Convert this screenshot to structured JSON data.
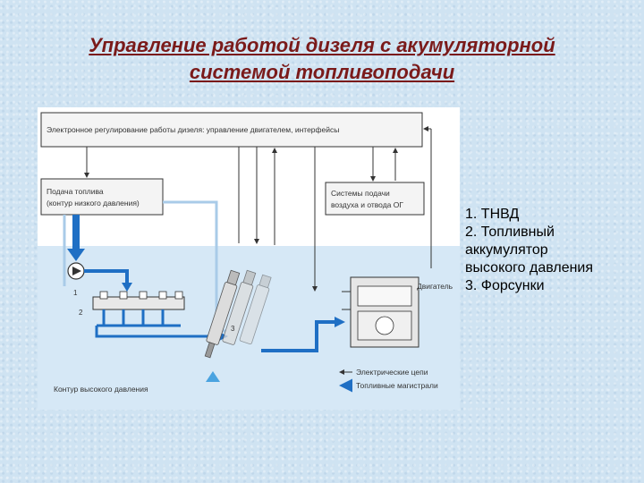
{
  "title": {
    "line1": "Управление работой дизеля с акумуляторной",
    "line2": "системой топливоподачи"
  },
  "diagram": {
    "top_box": "Электронное регулирование работы дизеля: управление двигателем, интерфейсы",
    "fuel_box_line1": "Подача топлива",
    "fuel_box_line2": "(контур низкого давления)",
    "air_box_line1": "Системы подачи",
    "air_box_line2": "воздуха и отвода ОГ",
    "engine_label": "Двигатель",
    "callout_1": "1",
    "callout_2": "2",
    "callout_3": "3",
    "hp_circuit_label": "Контур высокого давления",
    "legend_electric": "Электрические цепи",
    "legend_fuel": "Топливные магистрали"
  },
  "components": [
    "1.  ТНВД",
    "2.  Топливный",
    "аккумулятор",
    "высокого давления",
    "3.   Форсунки"
  ],
  "colors": {
    "title": "#7a1a1a",
    "fuel_line": "#1f6fc4",
    "light_line": "#a9cbe8",
    "hp_area": "#d6e8f6"
  }
}
